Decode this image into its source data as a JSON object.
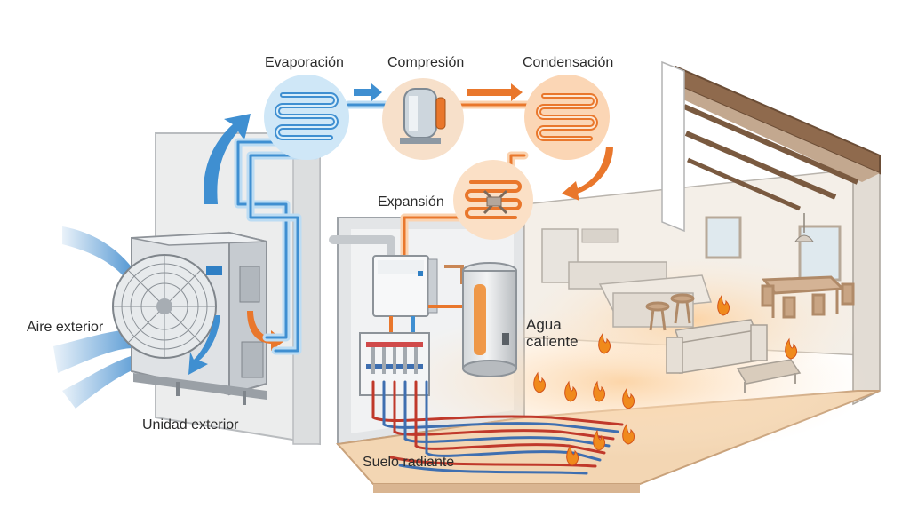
{
  "labels": {
    "evaporation": "Evaporación",
    "compression": "Compresión",
    "condensation": "Condensación",
    "expansion": "Expansión",
    "outdoor_air": "Aire exterior",
    "outdoor_unit": "Unidad exterior",
    "hot_water": "Agua\ncaliente",
    "underfloor_heating": "Suelo radiante"
  },
  "colors": {
    "cold": "#3f8fd1",
    "cold_light": "#bfe0f5",
    "hot": "#e9772c",
    "hot_light": "#fbd3b0",
    "heat_glow": "#fde2c2",
    "flame": "#f08a1c",
    "unit_grey": "#c9cdd1"
  }
}
